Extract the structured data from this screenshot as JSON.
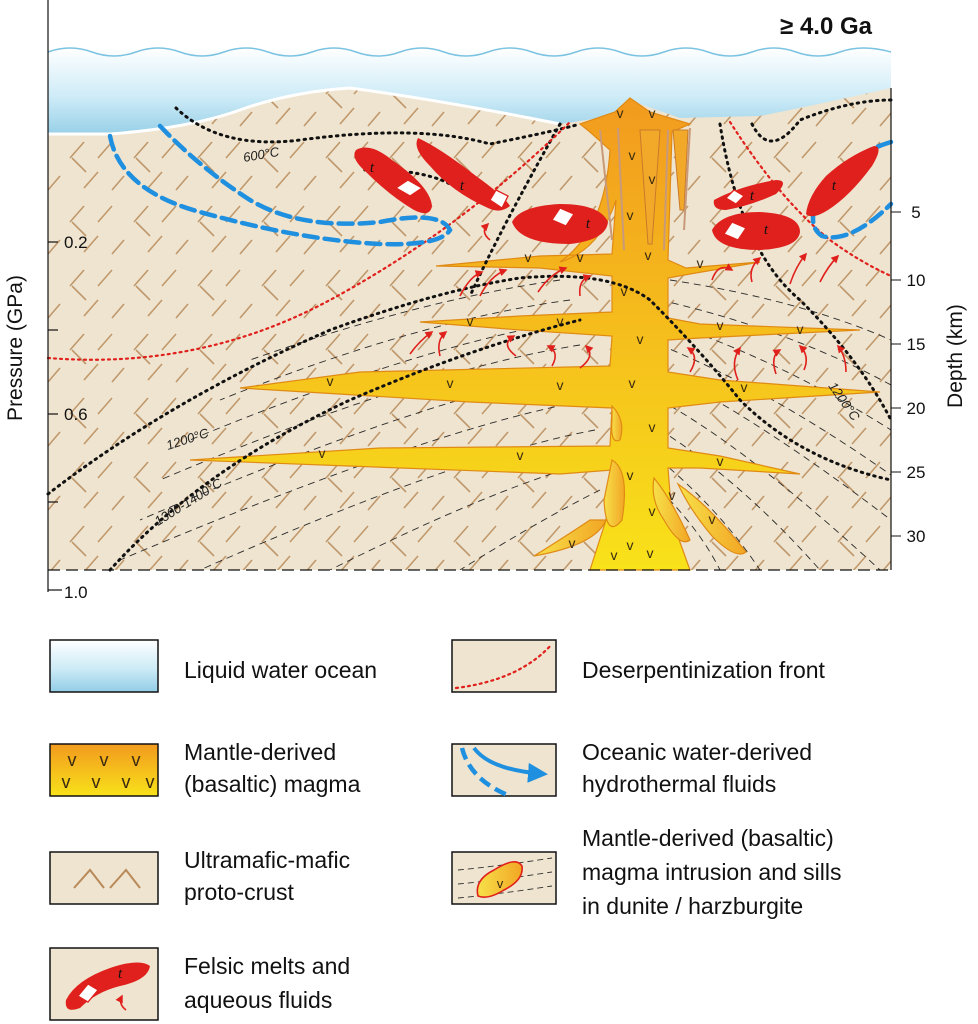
{
  "figure": {
    "era": "≥ 4.0 Ga",
    "pressure_axis": {
      "title": "Pressure (GPa)",
      "ticks": [
        "0.2",
        "0.6",
        "1.0"
      ]
    },
    "depth_axis": {
      "title": "Depth (km)",
      "ticks": [
        "5",
        "10",
        "15",
        "20",
        "25",
        "30"
      ]
    },
    "isotherms": {
      "t600": "600°C",
      "t1200_left": "1200°C",
      "t1200_right": "1200°C",
      "t1300": "1300-1400°C"
    },
    "melt_glyph": "t",
    "colors": {
      "ocean": "#bfe3f2",
      "crust": "#efe4cf",
      "magma": "#f6b632",
      "felsic_melt": "#e0201c",
      "hydrothermal": "#1f8fe0",
      "deserpentinization": "#e0201c"
    }
  },
  "legend": {
    "ocean": "Liquid water ocean",
    "magma_l1": "Mantle-derived",
    "magma_l2": "(basaltic) magma",
    "protocrust_l1": "Ultramafic-mafic",
    "protocrust_l2": "proto-crust",
    "felsic_l1": "Felsic melts and",
    "felsic_l2": "aqueous fluids",
    "deserp": "Deserpentinization front",
    "hydro_l1": "Oceanic water-derived",
    "hydro_l2": "hydrothermal fluids",
    "intrusion_l1": "Mantle-derived (basaltic)",
    "intrusion_l2": "magma intrusion and sills",
    "intrusion_l3": "in dunite / harzburgite"
  }
}
